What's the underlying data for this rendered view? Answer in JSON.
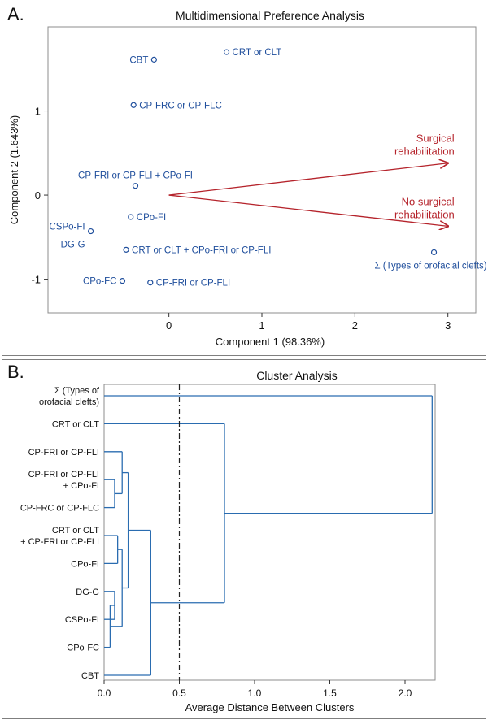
{
  "panel_a": {
    "letter": "A."
  },
  "panel_b": {
    "letter": "B."
  },
  "colors": {
    "data": "#1f4e9c",
    "vector": "#b5232b",
    "axis": "#333333",
    "frame": "#8c8c8c",
    "link": "#2a6cb0"
  },
  "chart_data": [
    {
      "type": "scatter",
      "title": "Multidimensional Preference Analysis",
      "xlabel": "Component 1 (98.36%)",
      "ylabel": "Component 2 (1.643%)",
      "xlim": [
        -1.3,
        3.3
      ],
      "ylim": [
        -1.4,
        2.0
      ],
      "xticks": [
        0,
        1,
        2,
        3
      ],
      "yticks": [
        -1,
        0,
        1
      ],
      "grid": false,
      "points": [
        {
          "label": "CRT or CLT",
          "x": 0.62,
          "y": 1.7,
          "anchor": "right"
        },
        {
          "label": "CBT",
          "x": -0.16,
          "y": 1.61,
          "anchor": "left"
        },
        {
          "label": "CP-FRC or CP-FLC",
          "x": -0.38,
          "y": 1.07,
          "anchor": "right"
        },
        {
          "label": "CP-FRI or CP-FLI + CPo-FI",
          "x": -0.36,
          "y": 0.11,
          "anchor": "above"
        },
        {
          "label": "CPo-FI",
          "x": -0.41,
          "y": -0.26,
          "anchor": "right"
        },
        {
          "label": "CSPo-FI",
          "x": -0.84,
          "y": -0.43,
          "anchor": "left"
        },
        {
          "label": "DG-G",
          "x": -0.84,
          "y": -0.43,
          "anchor": "left2"
        },
        {
          "label": "CRT or CLT + CPo-FRI or CP-FLI",
          "x": -0.46,
          "y": -0.65,
          "anchor": "right"
        },
        {
          "label": "CPo-FC",
          "x": -0.5,
          "y": -1.02,
          "anchor": "left"
        },
        {
          "label": "CP-FRI or CP-FLI",
          "x": -0.2,
          "y": -1.04,
          "anchor": "right"
        },
        {
          "label": "Σ (Types of orofacial clefts)",
          "x": 2.85,
          "y": -0.68,
          "anchor": "below"
        }
      ],
      "vectors": [
        {
          "name_lines": [
            "Surgical",
            "rehabilitation"
          ],
          "x": 3.0,
          "y": 0.38
        },
        {
          "name_lines": [
            "No surgical",
            "rehabilitation"
          ],
          "x": 3.0,
          "y": -0.37
        }
      ]
    },
    {
      "type": "dendrogram",
      "title": "Cluster Analysis",
      "xlabel": "Average Distance Between Clusters",
      "xlim": [
        0,
        2.2
      ],
      "xticks": [
        0.0,
        0.5,
        1.0,
        1.5,
        2.0
      ],
      "cutoff": 0.5,
      "leaves": [
        {
          "lines": [
            "Σ (Types of",
            "orofacial clefts)"
          ]
        },
        {
          "lines": [
            "CRT or CLT"
          ]
        },
        {
          "lines": [
            "CP-FRI or CP-FLI"
          ]
        },
        {
          "lines": [
            "CP-FRI or CP-FLI",
            "+ CPo-FI"
          ]
        },
        {
          "lines": [
            "CP-FRC or CP-FLC"
          ]
        },
        {
          "lines": [
            "CRT or CLT",
            "+ CP-FRI or CP-FLI"
          ]
        },
        {
          "lines": [
            "CPo-FI"
          ]
        },
        {
          "lines": [
            "DG-G"
          ]
        },
        {
          "lines": [
            "CSPo-FI"
          ]
        },
        {
          "lines": [
            "CPo-FC"
          ]
        },
        {
          "lines": [
            "CBT"
          ]
        }
      ],
      "merges": [
        {
          "a": 3,
          "b": 4,
          "height": 0.07
        },
        {
          "a": 2,
          "b": "m0",
          "height": 0.12
        },
        {
          "a": 5,
          "b": 6,
          "height": 0.09
        },
        {
          "a": 7,
          "b": 8,
          "height": 0.07
        },
        {
          "a": "m3",
          "b": 9,
          "height": 0.04
        },
        {
          "a": "m2",
          "b": "m4",
          "height": 0.12
        },
        {
          "a": "m1",
          "b": "m5",
          "height": 0.16
        },
        {
          "a": "m6",
          "b": 10,
          "height": 0.31
        },
        {
          "a": 1,
          "b": "m7",
          "height": 0.8
        },
        {
          "a": 0,
          "b": "m8",
          "height": 2.18
        }
      ]
    }
  ]
}
